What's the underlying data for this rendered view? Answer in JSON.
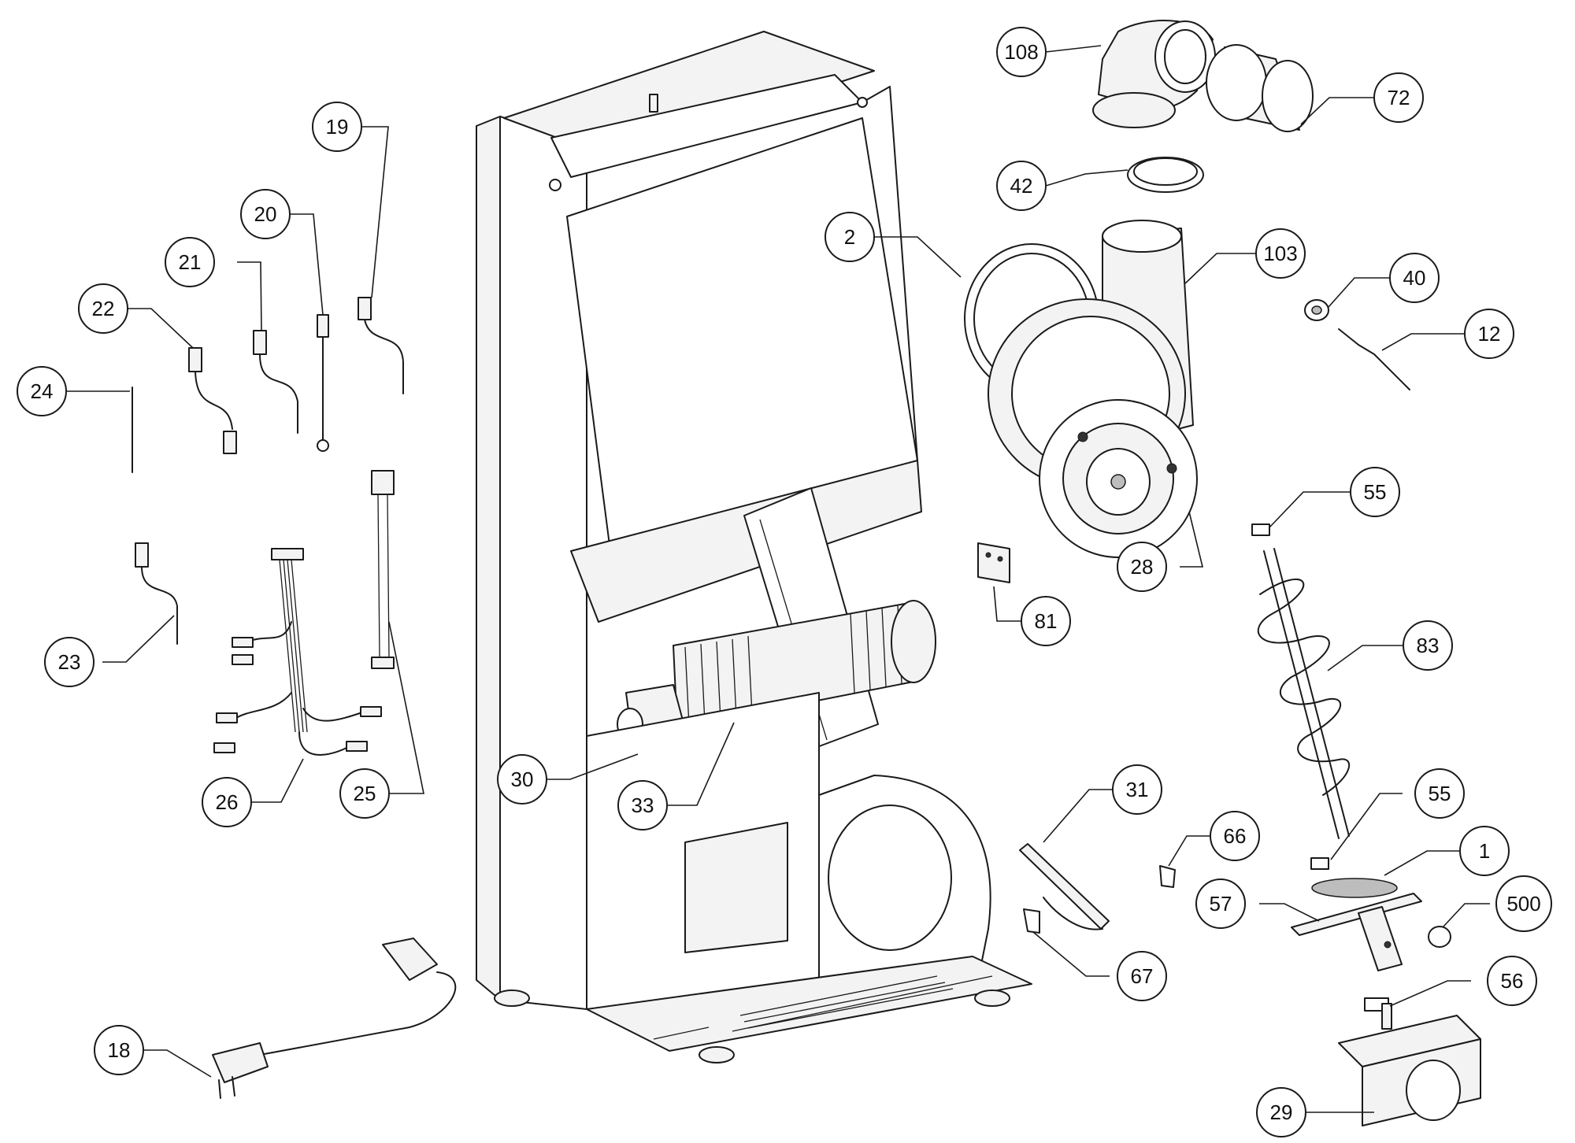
{
  "callouts": [
    {
      "num": "108"
    },
    {
      "num": "72"
    },
    {
      "num": "42"
    },
    {
      "num": "2"
    },
    {
      "num": "103"
    },
    {
      "num": "40"
    },
    {
      "num": "12"
    },
    {
      "num": "19"
    },
    {
      "num": "20"
    },
    {
      "num": "21"
    },
    {
      "num": "22"
    },
    {
      "num": "24"
    },
    {
      "num": "23"
    },
    {
      "num": "26"
    },
    {
      "num": "25"
    },
    {
      "num": "30"
    },
    {
      "num": "33"
    },
    {
      "num": "55"
    },
    {
      "num": "28"
    },
    {
      "num": "81"
    },
    {
      "num": "83"
    },
    {
      "num": "55"
    },
    {
      "num": "31"
    },
    {
      "num": "66"
    },
    {
      "num": "1"
    },
    {
      "num": "57"
    },
    {
      "num": "500"
    },
    {
      "num": "67"
    },
    {
      "num": "56"
    },
    {
      "num": "18"
    },
    {
      "num": "29"
    }
  ]
}
